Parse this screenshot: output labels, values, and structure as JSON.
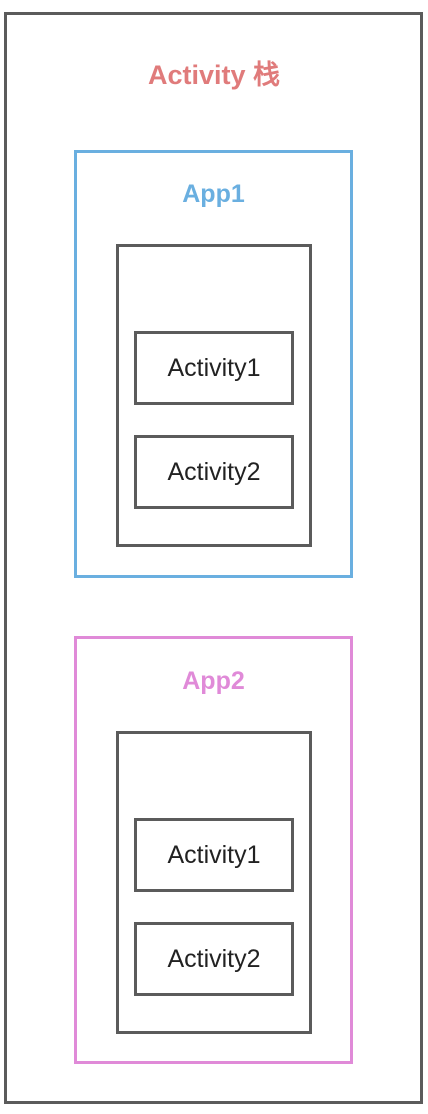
{
  "title": {
    "text": "Activity 栈",
    "color": "#e07b7b"
  },
  "border_color": "#5b5b5b",
  "apps": [
    {
      "label": "App1",
      "color": "#6aafe0",
      "activities": [
        "Activity1",
        "Activity2"
      ]
    },
    {
      "label": "App2",
      "color": "#e08ad8",
      "activities": [
        "Activity1",
        "Activity2"
      ]
    }
  ]
}
